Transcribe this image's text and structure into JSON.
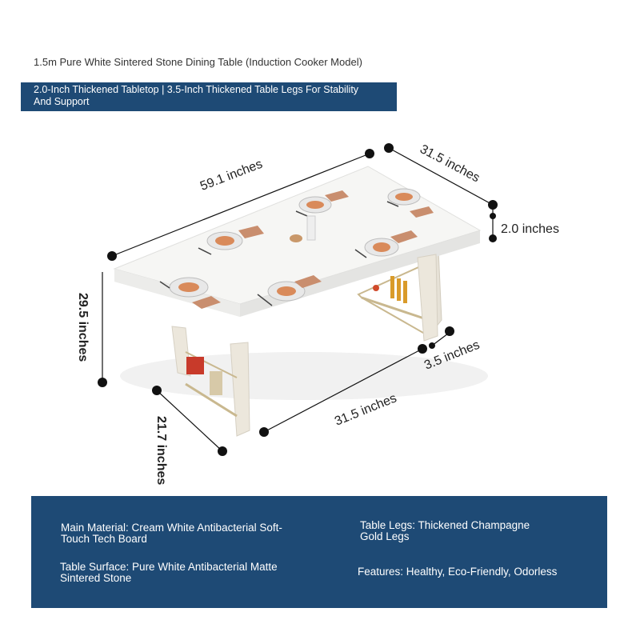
{
  "header": {
    "title": "1.5m Pure White Sintered Stone Dining Table (Induction Cooker Model)",
    "subtitle": "2.0-Inch Thickened Tabletop | 3.5-Inch Thickened Table Legs For Stability And Support"
  },
  "dimensions": {
    "length": "59.1 inches",
    "width_top": "31.5 inches",
    "thickness": "2.0 inches",
    "height": "29.5 inches",
    "leg_thickness": "3.5 inches",
    "width_bottom": "31.5 inches",
    "leg_width": "21.7 inches"
  },
  "specs": {
    "main_material": "Main Material: Cream White Antibacterial Soft-Touch Tech Board",
    "table_legs": "Table Legs: Thickened Champagne Gold Legs",
    "table_surface": "Table Surface: Pure White Antibacterial Matte Sintered Stone",
    "features": "Features: Healthy, Eco-Friendly, Odorless"
  },
  "colors": {
    "band": "#1e4a75",
    "tabletop": "#f4f4f2",
    "legs": "#ece7dc"
  }
}
